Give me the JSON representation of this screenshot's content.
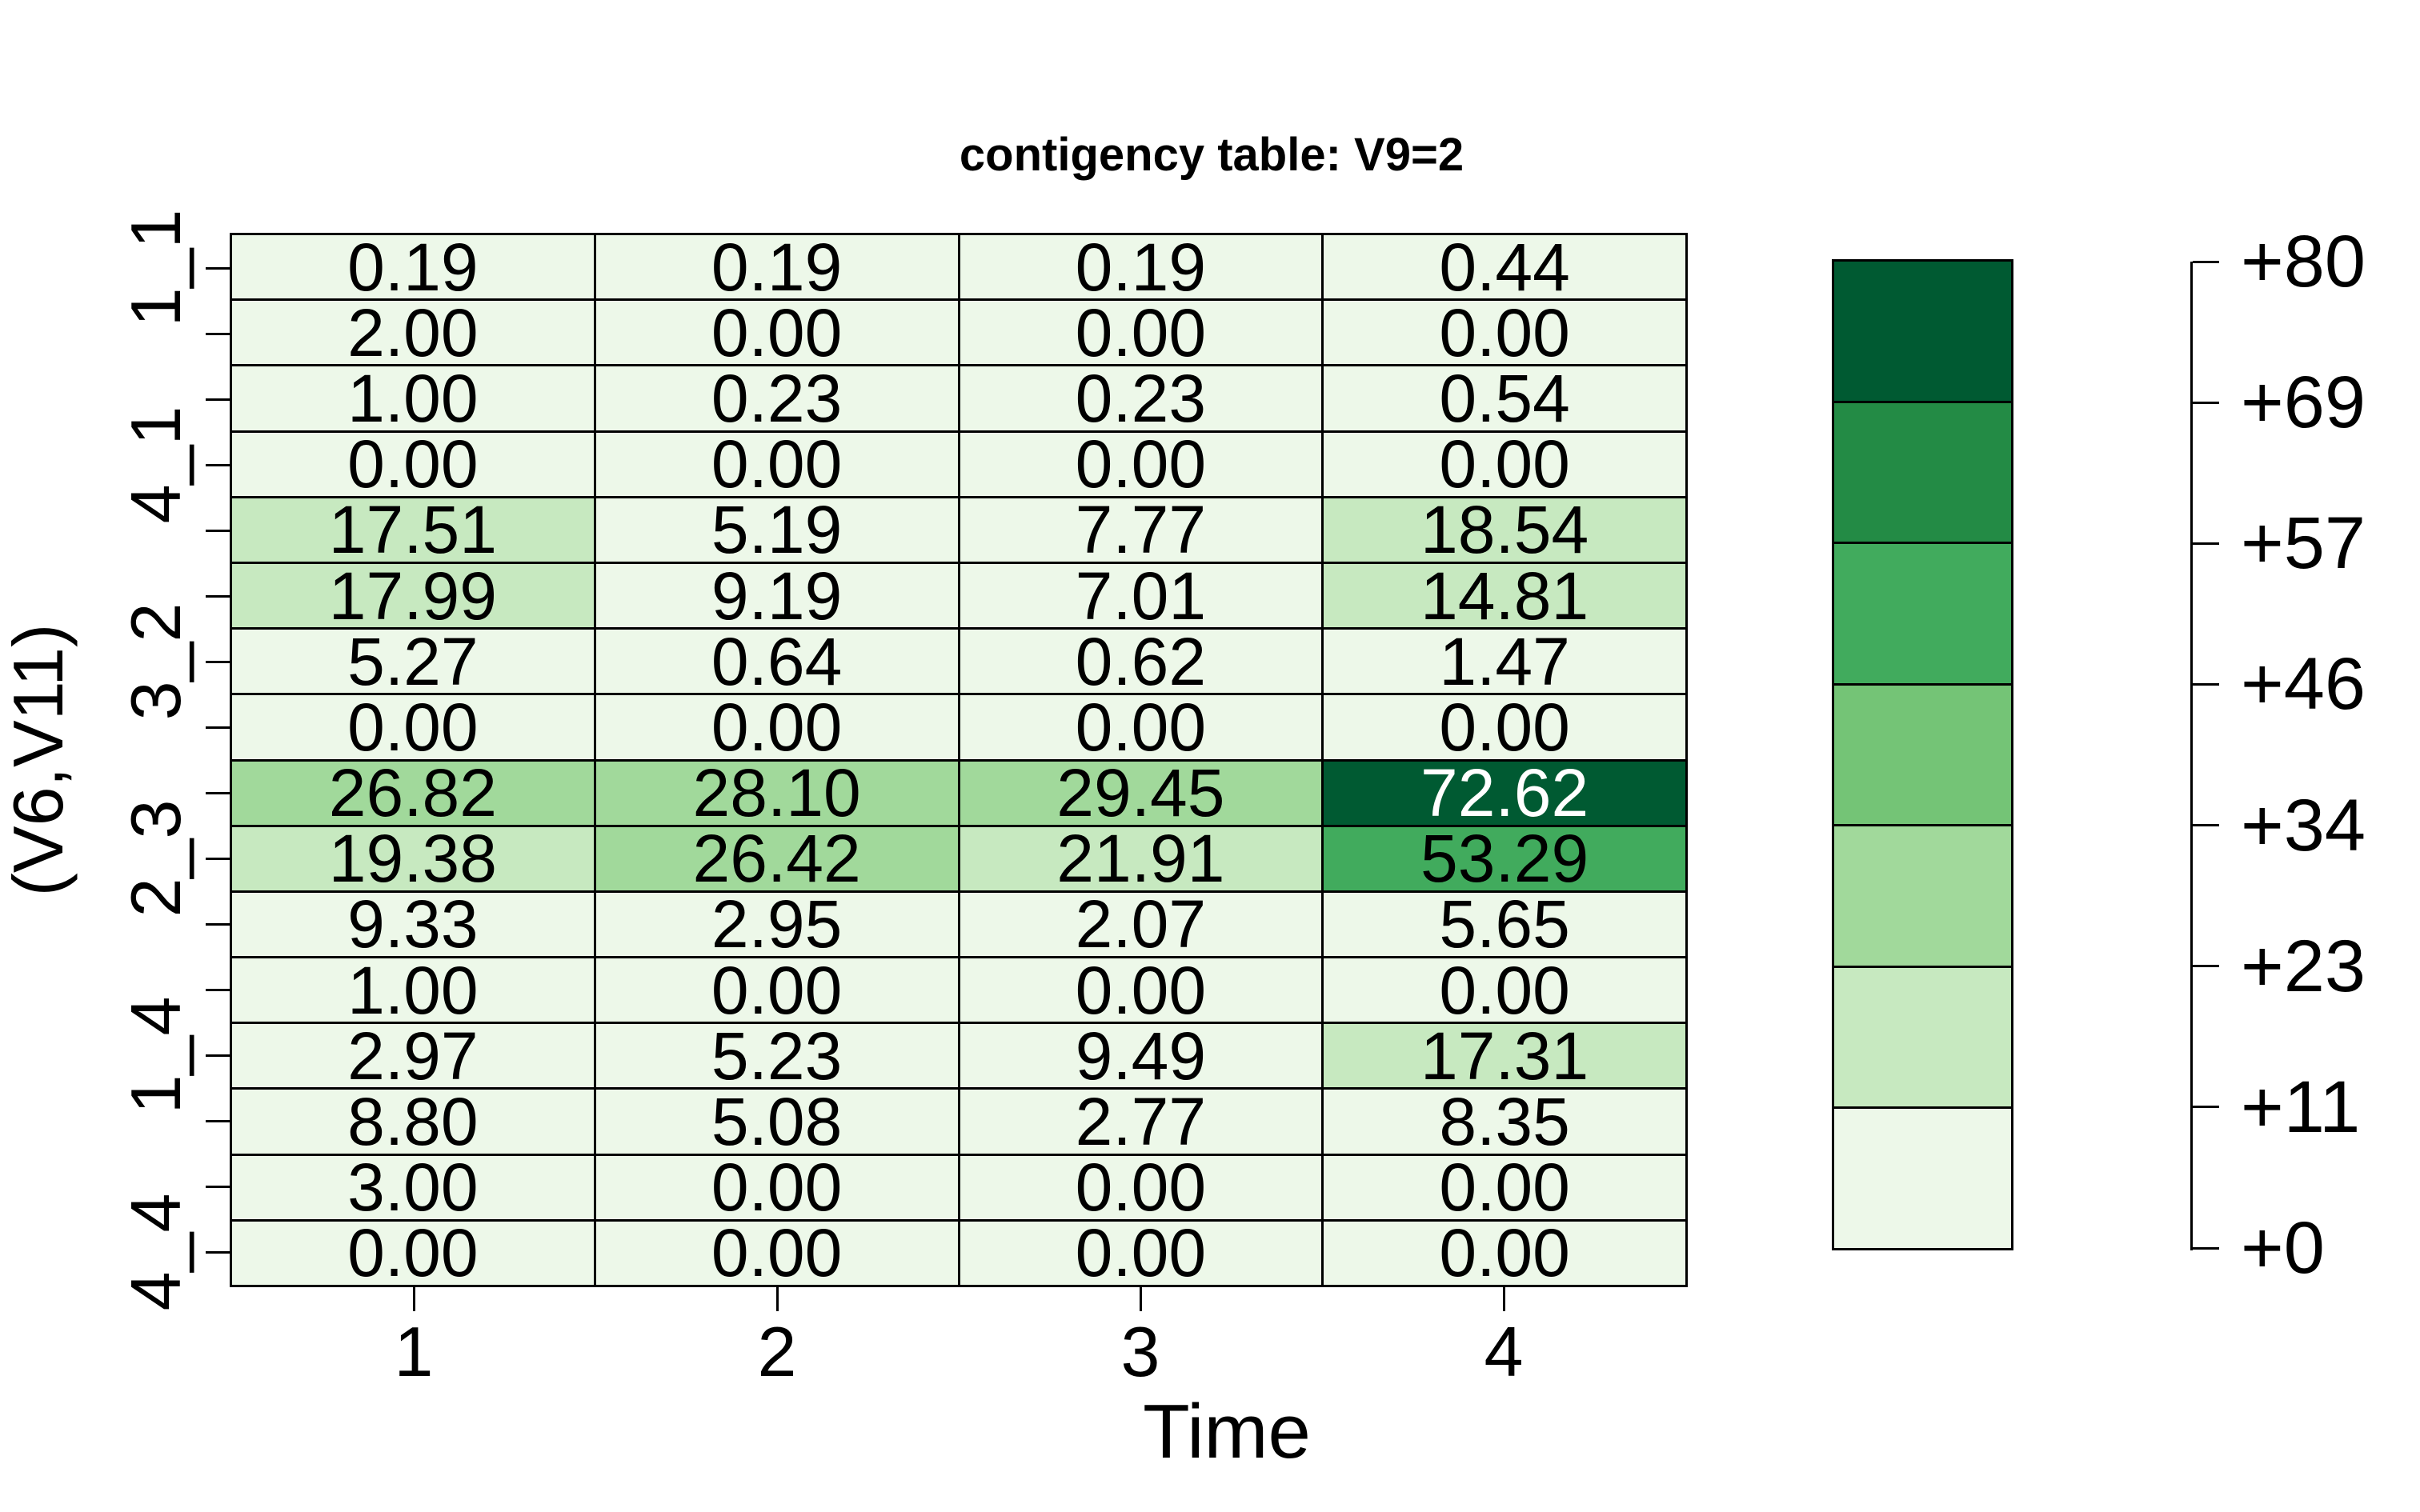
{
  "title": "contigency table: V9=2",
  "chart_data": {
    "type": "heatmap",
    "title": "contigency table: V9=2",
    "xlabel": "Time",
    "ylabel": "(V6,V11)",
    "x_tick_labels": [
      "1",
      "2",
      "3",
      "4"
    ],
    "y_tick_labels": [
      "1_1",
      "4_1",
      "3_2",
      "2_3",
      "1_4",
      "4_4"
    ],
    "y_tick_rows": [
      1,
      4,
      7,
      10,
      13,
      16
    ],
    "n_rows": 16,
    "n_cols": 4,
    "values": [
      [
        0.19,
        0.19,
        0.19,
        0.44
      ],
      [
        2.0,
        0.0,
        0.0,
        0.0
      ],
      [
        1.0,
        0.23,
        0.23,
        0.54
      ],
      [
        0.0,
        0.0,
        0.0,
        0.0
      ],
      [
        17.51,
        5.19,
        7.77,
        18.54
      ],
      [
        17.99,
        9.19,
        7.01,
        14.81
      ],
      [
        5.27,
        0.64,
        0.62,
        1.47
      ],
      [
        0.0,
        0.0,
        0.0,
        0.0
      ],
      [
        26.82,
        28.1,
        29.45,
        72.62
      ],
      [
        19.38,
        26.42,
        21.91,
        53.29
      ],
      [
        9.33,
        2.95,
        2.07,
        5.65
      ],
      [
        1.0,
        0.0,
        0.0,
        0.0
      ],
      [
        2.97,
        5.23,
        9.49,
        17.31
      ],
      [
        8.8,
        5.08,
        2.77,
        8.35
      ],
      [
        3.0,
        0.0,
        0.0,
        0.0
      ],
      [
        0.0,
        0.0,
        0.0,
        0.0
      ]
    ],
    "value_decimals": 2,
    "value_domain": [
      0,
      80
    ],
    "palette_light_to_dark": [
      "#EDF8E9",
      "#C7E9C0",
      "#A1D99B",
      "#74C476",
      "#41AB5D",
      "#238B45",
      "#005A32"
    ],
    "legend_tick_labels_top_to_bottom": [
      "+80",
      "+69",
      "+57",
      "+46",
      "+34",
      "+23",
      "+11",
      "+0"
    ],
    "legend_position": "right",
    "grid_on": true,
    "grid_line_color": "#000000",
    "background_color": "#FFFFFF",
    "dark_cell_text_color": "#FFFFFF",
    "cell_text_color": "#000000"
  }
}
